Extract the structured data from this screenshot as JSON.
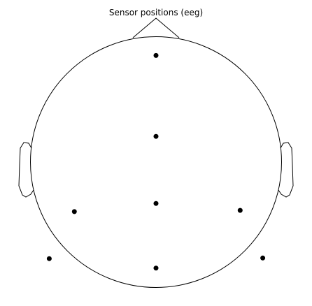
{
  "title": "Sensor positions (eeg)",
  "colors": {
    "outline": "#000000",
    "sensor": "#000000",
    "background": "#ffffff"
  },
  "sensors": [
    {
      "x": 0.0,
      "y": 0.85
    },
    {
      "x": 0.0,
      "y": 0.205
    },
    {
      "x": 0.0,
      "y": -0.33
    },
    {
      "x": -0.65,
      "y": -0.395
    },
    {
      "x": 0.67,
      "y": -0.385
    },
    {
      "x": -0.85,
      "y": -0.77
    },
    {
      "x": 0.85,
      "y": -0.765
    },
    {
      "x": 0.0,
      "y": -0.845
    }
  ]
}
